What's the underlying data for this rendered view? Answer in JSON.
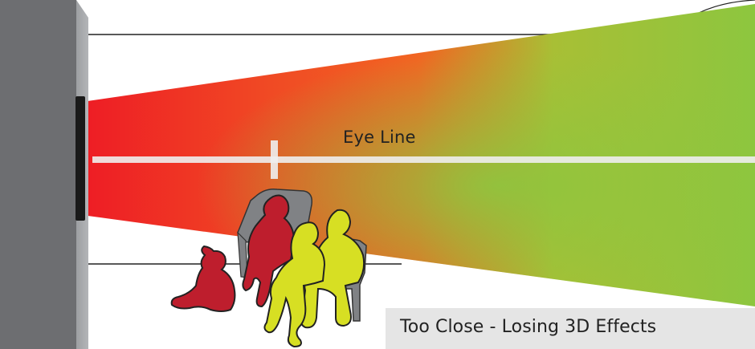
{
  "labels": {
    "eye_line": "Eye Line",
    "caption": "Too Close - Losing 3D Effects"
  },
  "colors": {
    "beam_near": "#ee1c25",
    "beam_mid": "#f26522",
    "beam_far": "#8dc63f",
    "wall": "#6d6e71",
    "wall_side": "#a7a9ac",
    "screen": "#1a1a1a",
    "eye_line": "#eeeeee",
    "figure_red": "#be1e2d",
    "figure_yellow": "#d7df23",
    "chair": "#808285",
    "caption_bg": "#e5e5e5"
  },
  "icons": [
    "child-silhouette",
    "seated-person-red",
    "seated-person-yellow",
    "seated-person-yellow-back",
    "chair-icon"
  ]
}
